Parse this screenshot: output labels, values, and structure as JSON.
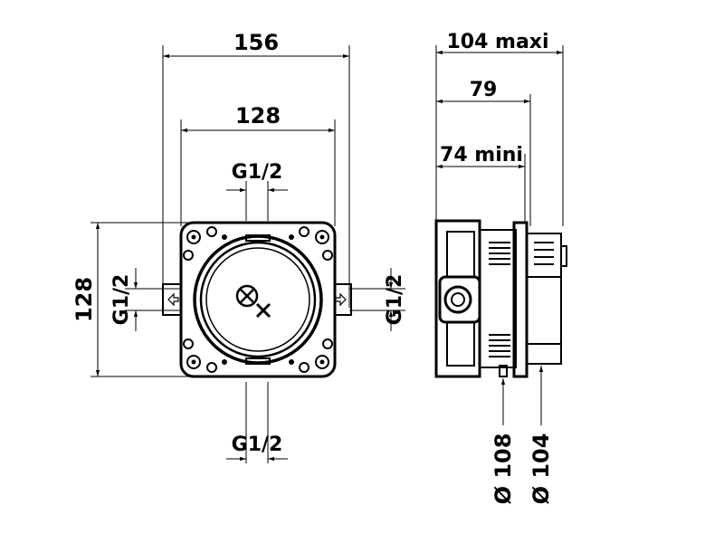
{
  "front_view": {
    "width_outer": "156",
    "width_inner": "128",
    "height": "128",
    "connection_top": "G1/2",
    "connection_bottom": "G1/2",
    "connection_left": "G1/2",
    "connection_right": "G1/2"
  },
  "side_view": {
    "depth_max": "104 maxi",
    "depth_mid": "79",
    "depth_min": "74 mini",
    "diameter_1": "Ø 108",
    "diameter_2": "Ø 104"
  },
  "colors": {
    "line": "#000000",
    "background": "#ffffff"
  }
}
